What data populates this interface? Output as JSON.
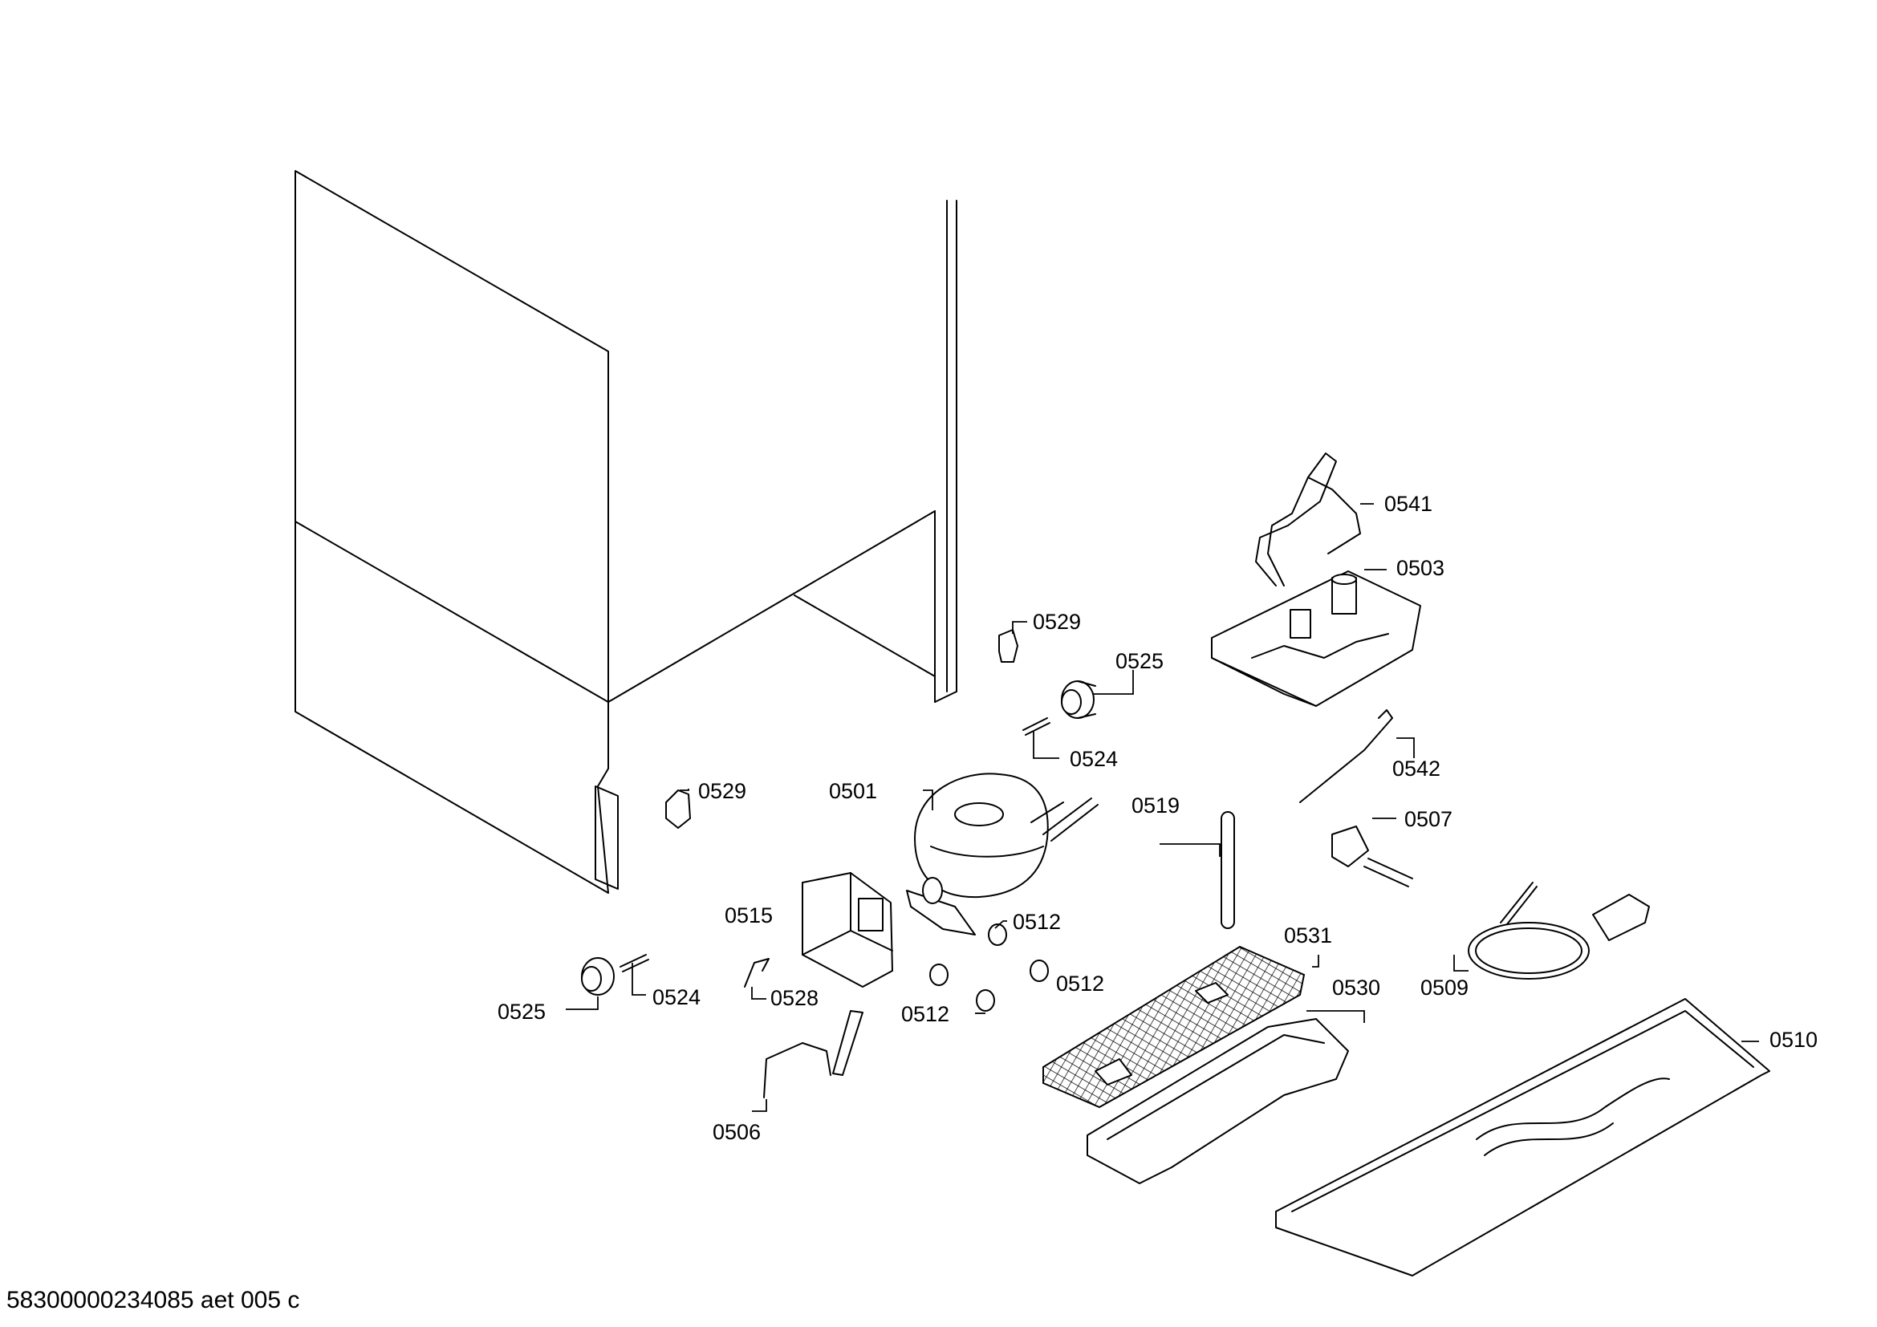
{
  "callouts": [
    {
      "id": "0541",
      "text": "0541"
    },
    {
      "id": "0503",
      "text": "0503"
    },
    {
      "id": "0529a",
      "text": "0529"
    },
    {
      "id": "0525a",
      "text": "0525"
    },
    {
      "id": "0524a",
      "text": "0524"
    },
    {
      "id": "0542",
      "text": "0542"
    },
    {
      "id": "0529b",
      "text": "0529"
    },
    {
      "id": "0501",
      "text": "0501"
    },
    {
      "id": "0519",
      "text": "0519"
    },
    {
      "id": "0507",
      "text": "0507"
    },
    {
      "id": "0515",
      "text": "0515"
    },
    {
      "id": "0512a",
      "text": "0512"
    },
    {
      "id": "0531",
      "text": "0531"
    },
    {
      "id": "0509",
      "text": "0509"
    },
    {
      "id": "0525b",
      "text": "0525"
    },
    {
      "id": "0524b",
      "text": "0524"
    },
    {
      "id": "0528",
      "text": "0528"
    },
    {
      "id": "0512b",
      "text": "0512"
    },
    {
      "id": "0512c",
      "text": "0512"
    },
    {
      "id": "0530",
      "text": "0530"
    },
    {
      "id": "0510",
      "text": "0510"
    },
    {
      "id": "0506",
      "text": "0506"
    }
  ],
  "footer": {
    "document_number": "58300000234085 aet 005 c"
  }
}
